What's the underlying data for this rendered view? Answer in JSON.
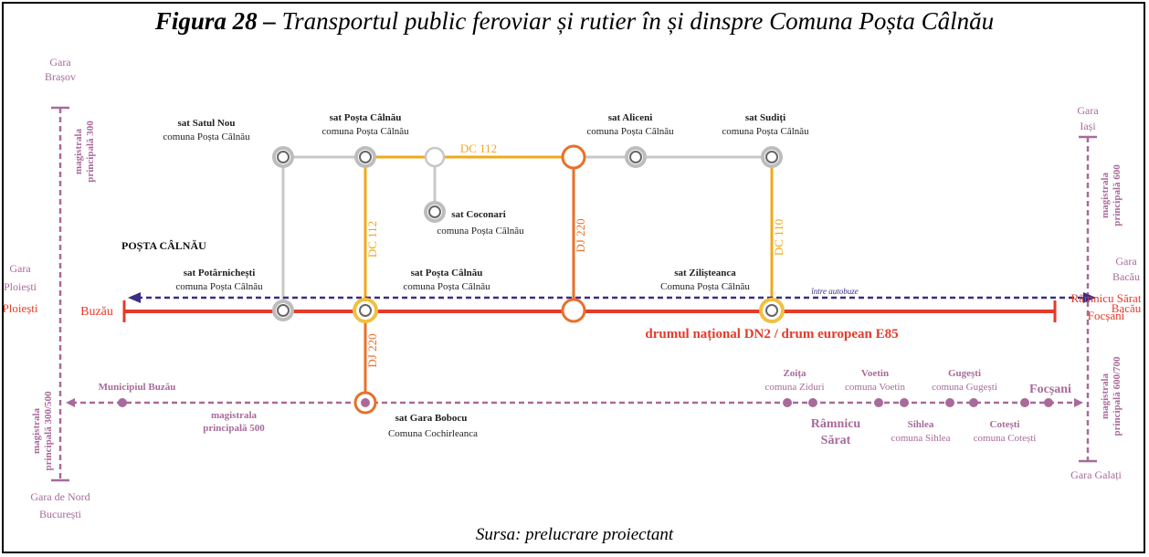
{
  "title": {
    "prefix": "Figura 28 – ",
    "main": "Transportul public feroviar și rutier în și dinspre Comuna Poșta Câlnău"
  },
  "source": "Sursa: prelucrare proiectant",
  "colors": {
    "rail": "#a86a9a",
    "dn2": "#e53b2a",
    "dc": "#f0a81c",
    "dj": "#e8702a",
    "gray": "#c8c8c8",
    "bus": "#3a2e86"
  },
  "rail_ends": {
    "brasov": [
      "Gara",
      "Brașov"
    ],
    "ploiesti": [
      "Gara",
      "Ploiești",
      "Ploiești"
    ],
    "bucuresti": [
      "Gara de Nord",
      "București"
    ],
    "iasi": [
      "Gara",
      "Iași"
    ],
    "bacau": [
      "Gara",
      "Bacău",
      "Bacău"
    ],
    "galati": "Gara Galați"
  },
  "magistrale": {
    "left_top": [
      "magistrala",
      "principală 300"
    ],
    "left_bottom": [
      "magistrala",
      "principală 300/500"
    ],
    "right_top": [
      "magistrala",
      "principală 600"
    ],
    "right_bottom": [
      "magistrala",
      "principală 600/700"
    ],
    "center": [
      "magistrala",
      "principală 500"
    ]
  },
  "villages": {
    "satul_nou": {
      "name": "sat Satul Nou",
      "commune": "comuna Poșta Câlnău"
    },
    "posta_top": {
      "name": "sat Poșta Câlnău",
      "commune": "comuna Poșta Câlnău"
    },
    "aliceni": {
      "name": "sat Aliceni",
      "commune": "comuna Poșta Câlnău"
    },
    "suditi": {
      "name": "sat Sudiți",
      "commune": "comuna Poșta Câlnău"
    },
    "coconari": {
      "name": "sat Coconari",
      "commune": "comuna Poșta Câlnău"
    },
    "potarnichesti": {
      "name": "sat Potârnichești",
      "commune": "comuna Poșta Câlnău"
    },
    "posta_mid": {
      "name": "sat Poșta Câlnău",
      "commune": "comuna Poșta Câlnău"
    },
    "zilisteanca": {
      "name": "sat  Zilișteanca",
      "commune": "Comuna Poșta Câlnău"
    },
    "gara_bobocu": {
      "name": "sat Gara Bobocu",
      "commune": "Comuna Cochirleanca"
    }
  },
  "area_label": "POȘTA CÂLNĂU",
  "road_labels": {
    "dc112_h": "DC 112",
    "dc112_v": "DC 112",
    "dj220_mid": "DJ 220",
    "dj220_low": "DJ 220",
    "dc110": "DC 110"
  },
  "dn2": {
    "west": "Buzău",
    "east": [
      "Râmnicu Sărat",
      "Focșani"
    ],
    "label": "drumul național DN2 / drum european E85",
    "bus": "între autobuze"
  },
  "rail_stations": {
    "buzau": "Municipiul Buzău",
    "zoita": [
      "Zoița",
      "comuna Ziduri"
    ],
    "voetin": [
      "Voetin",
      "comuna Voetin"
    ],
    "gugesti": [
      "Gugești",
      "comuna Gugești"
    ],
    "focsani": "Focșani",
    "ramnicu": [
      "Râmnicu",
      "Sărat"
    ],
    "sihlea": [
      "Sihlea",
      "comuna Sihlea"
    ],
    "cotesti": [
      "Cotești",
      "comuna Cotești"
    ]
  }
}
